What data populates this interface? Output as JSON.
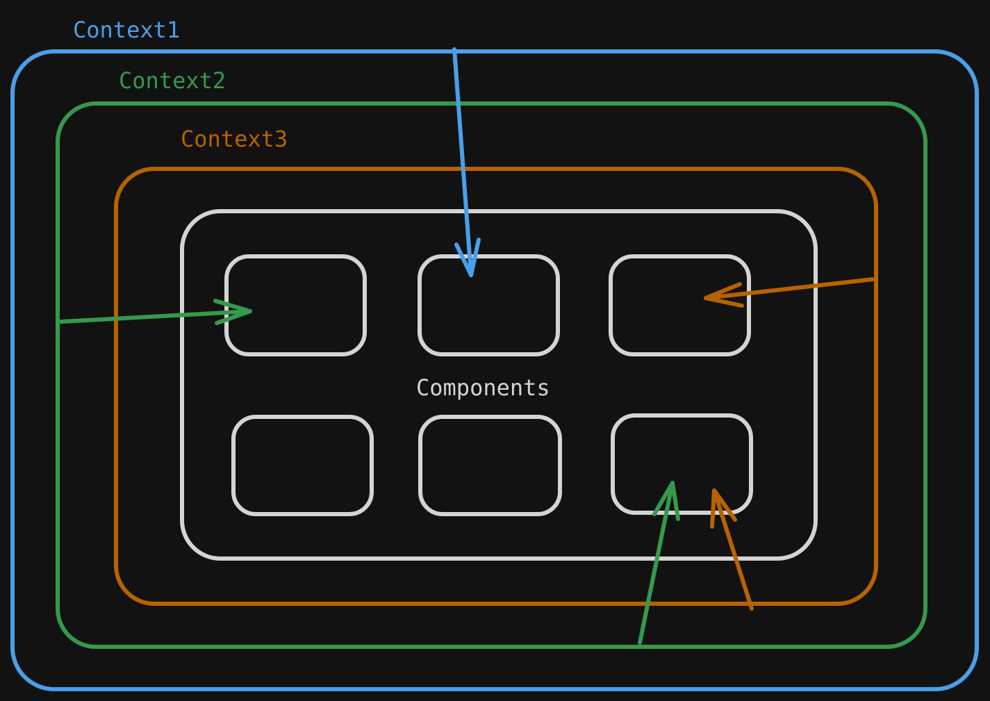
{
  "colors": {
    "background": "#121212",
    "context1": "#4a9fe8",
    "context2": "#36994c",
    "context3": "#b86200",
    "components": "#d4d4d4"
  },
  "labels": {
    "context1": "Context1",
    "context2": "Context2",
    "context3": "Context3",
    "components": "Components"
  },
  "diagram": {
    "containers": [
      {
        "id": "context1",
        "label": "Context1",
        "color": "context1"
      },
      {
        "id": "context2",
        "label": "Context2",
        "color": "context2"
      },
      {
        "id": "context3",
        "label": "Context3",
        "color": "context3"
      },
      {
        "id": "components",
        "label": "Components",
        "color": "components"
      }
    ],
    "component_boxes": 6,
    "arrows": [
      {
        "from": "context1",
        "to": "component-1-2",
        "color": "context1"
      },
      {
        "from": "context2",
        "to": "component-1-1",
        "color": "context2"
      },
      {
        "from": "context3",
        "to": "component-1-3",
        "color": "context3"
      },
      {
        "from": "context2",
        "to": "component-2-3",
        "color": "context2"
      },
      {
        "from": "context3",
        "to": "component-2-3",
        "color": "context3"
      }
    ]
  }
}
